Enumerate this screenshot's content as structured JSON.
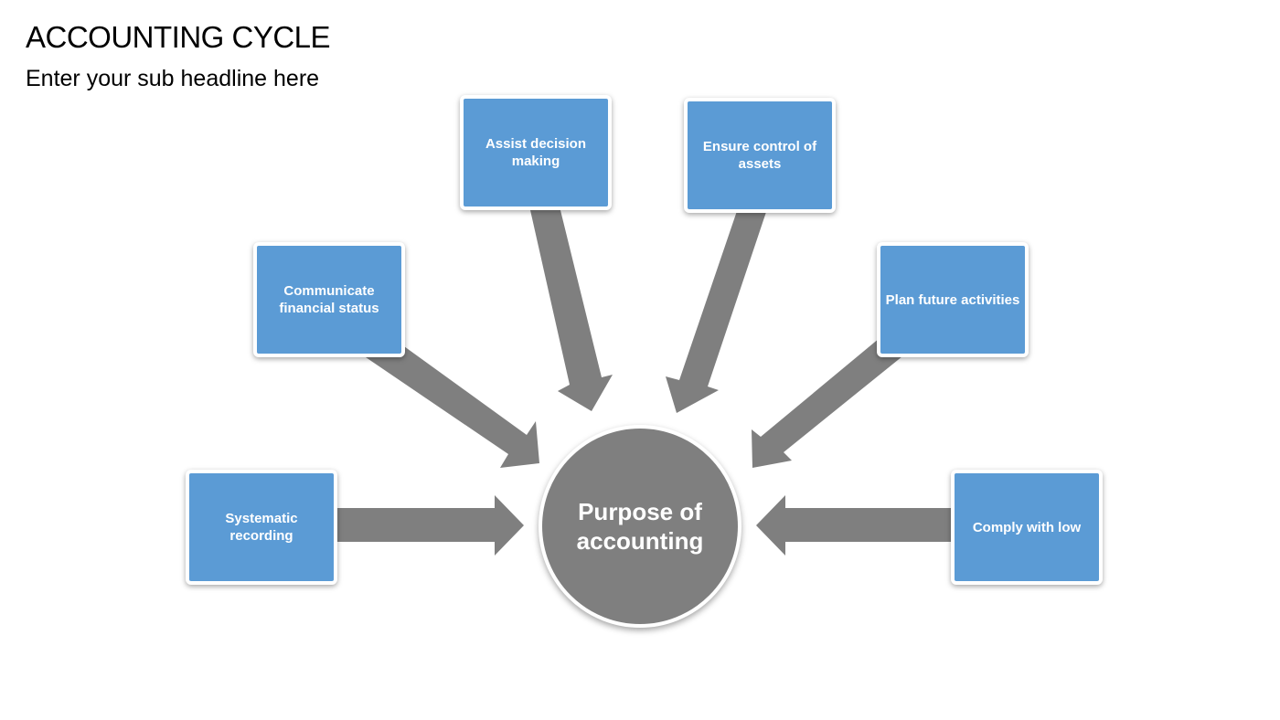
{
  "header": {
    "title": "ACCOUNTING CYCLE",
    "subtitle": "Enter your sub headline here"
  },
  "diagram": {
    "center_label": "Purpose of accounting",
    "nodes": [
      {
        "id": "systematic-recording",
        "label": "Systematic recording"
      },
      {
        "id": "communicate-financial-status",
        "label": "Communicate financial status"
      },
      {
        "id": "assist-decision-making",
        "label": "Assist decision making"
      },
      {
        "id": "ensure-control-of-assets",
        "label": "Ensure control of assets"
      },
      {
        "id": "plan-future-activities",
        "label": "Plan future activities"
      },
      {
        "id": "comply-with-low",
        "label": "Comply with low"
      }
    ],
    "colors": {
      "node_fill": "#5b9bd5",
      "center_fill": "#7f7f7f",
      "arrow_fill": "#7f7f7f",
      "text": "#ffffff"
    }
  }
}
